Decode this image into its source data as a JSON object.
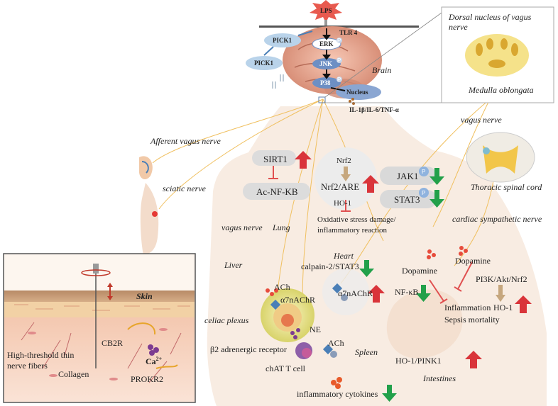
{
  "labels": {
    "lps": "LPS",
    "tlr4": "TLR 4",
    "pick1_a": "PICK1",
    "pick1_b": "PICK1",
    "erk": "ERK",
    "jnk": "JNK",
    "p38": "P38",
    "nucleus": "Nucleus",
    "brain": "Brain",
    "cytokines_top": "IL-1β/IL-6/TNF-α",
    "dnv": "Dorsal nucleus of vagus nerve",
    "medulla": "Medulla oblongata",
    "afferent_vagus": "Afferent vagus nerve",
    "vagus_right": "vagus nerve",
    "sciatic": "sciatic nerve",
    "thoracic": "Thoracic spinal cord",
    "cardiac_symp": "cardiac sympathetic nerve",
    "sirt1": "SIRT1",
    "ac_nfkb": "Ac-NF-KB",
    "nrf2": "Nrf2",
    "nrf2_are": "Nrf2/ARE",
    "ho1_lung": "HO-1",
    "oxidative": "Oxidative stress damage/ inflammatory reaction",
    "jak1": "JAK1",
    "stat3": "STAT3",
    "vagus_lung": "vagus nerve",
    "lung": "Lung",
    "heart": "Heart",
    "calpain": "calpain-2/STAT3",
    "liver": "Liver",
    "ach_liver": "ACh",
    "a7_liver": "α7nAChR",
    "a7_heart": "α7nAChR",
    "dopamine_a": "Dopamine",
    "dopamine_b": "Dopamine",
    "nfkb": "NF-κB",
    "pi3k": "PI3K/Akt/Nrf2",
    "inflammation": "Inflammation",
    "sepsis": "Sepsis mortality",
    "ho1_right": "HO-1",
    "skin": "Skin",
    "high_thin": "High-threshold thin nerve fibers",
    "collagen": "Collagen",
    "cb2r": "CB2R",
    "ca": "Ca",
    "ca_sup": "2+",
    "prokr2": "PROKR2",
    "celiac": "celiac plexus",
    "ne": "NE",
    "b2": "β2 adrenergic receptor",
    "ach_spleen": "ACh",
    "spleen": "Spleen",
    "chat": "chAT T cell",
    "ho1_pink1": "HO-1/PINK1",
    "intestines": "Intestines",
    "inflam_cytokines": "inflammatory cytokines"
  },
  "colors": {
    "up_arrow": "#d9343a",
    "down_arrow": "#22a04a",
    "nerve_line": "#f0c060",
    "pick_blue": "#b9d3ea",
    "kinase_blue": "#6d8fc4",
    "body": "#f3e2d3",
    "skin_tan": "#c49872"
  }
}
